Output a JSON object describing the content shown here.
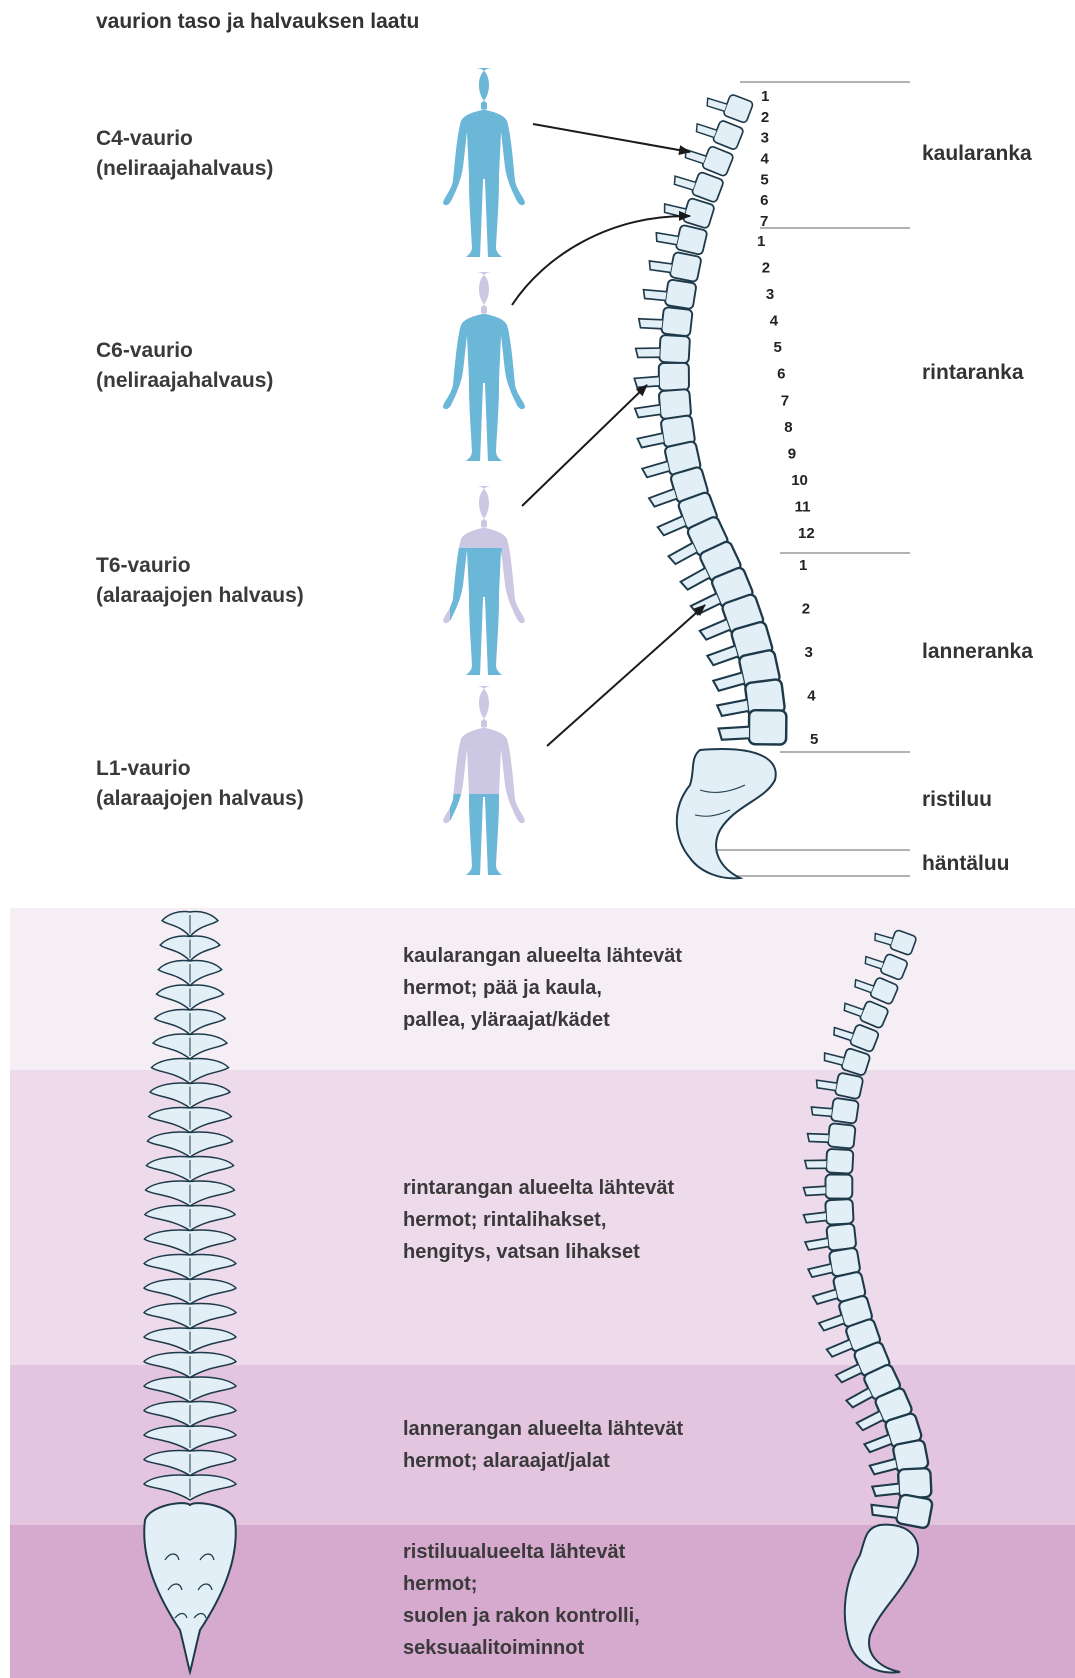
{
  "title": "vaurion taso ja halvauksen laatu",
  "injuries": [
    {
      "name": "C4-vaurio",
      "type": "(neliraajahalvaus)"
    },
    {
      "name": "C6-vaurio",
      "type": "(neliraajahalvaus)"
    },
    {
      "name": "T6-vaurio",
      "type": "(alaraajojen halvaus)"
    },
    {
      "name": "L1-vaurio",
      "type": "(alaraajojen halvaus)"
    }
  ],
  "regions": [
    "kaularanka",
    "rintaranka",
    "lanneranka",
    "ristiluu",
    "häntäluu"
  ],
  "vertebra_numbers": {
    "cervical": [
      "1",
      "2",
      "3",
      "4",
      "5",
      "6",
      "7"
    ],
    "thoracic": [
      "1",
      "2",
      "3",
      "4",
      "5",
      "6",
      "7",
      "8",
      "9",
      "10",
      "11",
      "12"
    ],
    "lumbar": [
      "1",
      "2",
      "3",
      "4",
      "5"
    ]
  },
  "nerve_bands": [
    {
      "lines": [
        "kaularangan alueelta lähtevät",
        "hermot; pää ja kaula,",
        "pallea, yläraajat/kädet"
      ]
    },
    {
      "lines": [
        "rintarangan alueelta lähtevät",
        "hermot; rintalihakset,",
        "hengitys, vatsan lihakset"
      ]
    },
    {
      "lines": [
        "lannerangan alueelta lähtevät",
        "hermot; alaraajat/jalat"
      ]
    },
    {
      "lines": [
        "ristiluualueelta lähtevät",
        "hermot;",
        "suolen ja rakon kontrolli,",
        "seksuaalitoiminnot"
      ]
    }
  ],
  "colors": {
    "paralyzed": "#6ab7d8",
    "unaffected": "#ccc8e4",
    "bone": "#e2eff6",
    "bone_outline": "#1e3a4a",
    "band1": "#f5eef5",
    "band2": "#eddbec",
    "band3": "#e3c5e0",
    "band4": "#d6a9cf"
  }
}
